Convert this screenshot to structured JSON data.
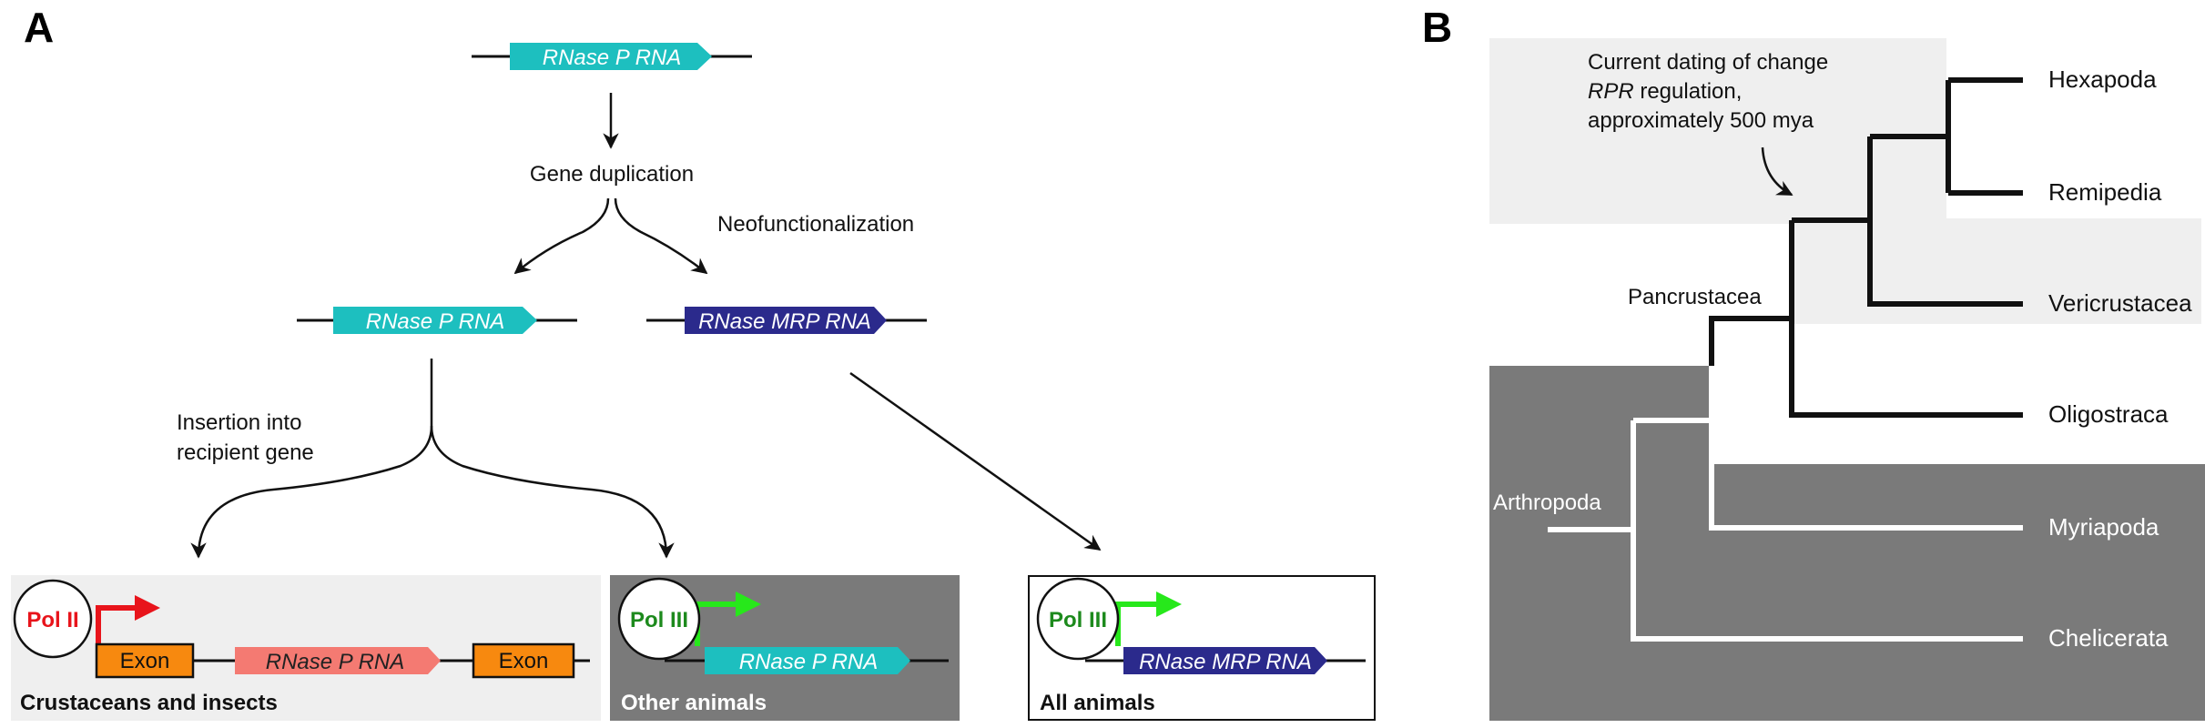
{
  "panel_a": {
    "letter": "A",
    "top_gene": "RNase P RNA",
    "duplication_label": "Gene duplication",
    "neofunc_label": "Neofunctionalization",
    "left_gene": "RNase P RNA",
    "right_gene": "RNase MRP RNA",
    "insertion_label_1": "Insertion into",
    "insertion_label_2": "recipient gene",
    "box1": {
      "promoter": "Pol II",
      "exon_left": "Exon",
      "gene": "RNase P RNA",
      "exon_right": "Exon",
      "caption": "Crustaceans and insects"
    },
    "box2": {
      "promoter": "Pol III",
      "gene": "RNase P RNA",
      "caption": "Other animals"
    },
    "box3": {
      "promoter": "Pol III",
      "gene": "RNase MRP RNA",
      "caption": "All animals"
    }
  },
  "panel_b": {
    "letter": "B",
    "annotation_line1": "Current dating of change",
    "annotation_line2_italic": "RPR",
    "annotation_line2_rest": " regulation,",
    "annotation_line3": "approximately 500 mya",
    "clade_pancrustacea": "Pancrustacea",
    "clade_arthropoda": "Arthropoda",
    "taxa": [
      "Hexapoda",
      "Remipedia",
      "Vericrustacea",
      "Oligostraca",
      "Myriapoda",
      "Chelicerata"
    ]
  },
  "colors": {
    "teal_gene": "#1dbfbf",
    "navy_gene": "#2b2a8c",
    "salmon_gene": "#f47a72",
    "exon_orange": "#f7890f",
    "pol2_red": "#e8141b",
    "pol3_green": "#27e81b",
    "pol3_text": "#1d8a1d",
    "light_bg": "#efefef",
    "dark_bg": "#7a7a7a"
  }
}
